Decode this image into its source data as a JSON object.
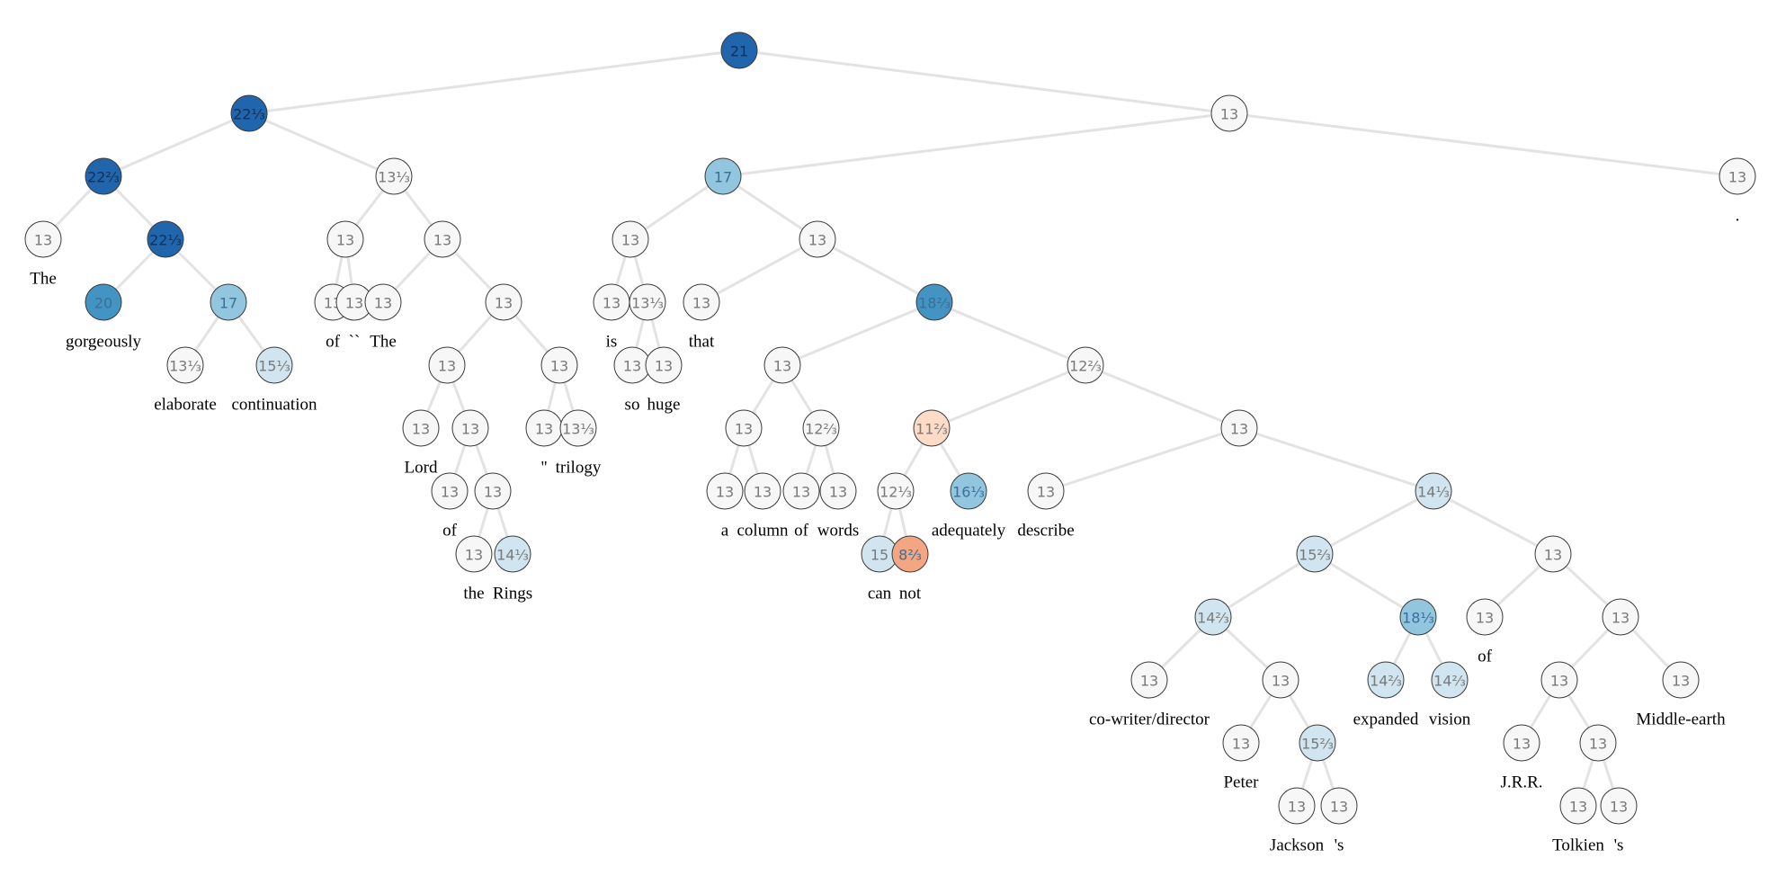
{
  "tree": {
    "nodes": [
      {
        "id": 0,
        "parent": null,
        "value": "21",
        "color": "#2166ac"
      },
      {
        "id": 1,
        "parent": 0,
        "value": "22⅓",
        "color": "#2166ac"
      },
      {
        "id": 2,
        "parent": 0,
        "value": "13",
        "color": "#f7f7f7"
      },
      {
        "id": 3,
        "parent": 1,
        "value": "22⅔",
        "color": "#2166ac"
      },
      {
        "id": 4,
        "parent": 1,
        "value": "13⅓",
        "color": "#f7f7f7"
      },
      {
        "id": 5,
        "parent": 3,
        "value": "13",
        "color": "#f7f7f7",
        "word": "The"
      },
      {
        "id": 6,
        "parent": 3,
        "value": "22⅓",
        "color": "#2166ac"
      },
      {
        "id": 7,
        "parent": 6,
        "value": "20",
        "color": "#4393c3",
        "word": "gorgeously"
      },
      {
        "id": 8,
        "parent": 6,
        "value": "17",
        "color": "#92c5de"
      },
      {
        "id": 9,
        "parent": 8,
        "value": "13⅓",
        "color": "#f7f7f7",
        "word": "elaborate"
      },
      {
        "id": 10,
        "parent": 8,
        "value": "15⅓",
        "color": "#d1e5f0",
        "word": "continuation"
      },
      {
        "id": 11,
        "parent": 4,
        "value": "13",
        "color": "#f7f7f7"
      },
      {
        "id": 12,
        "parent": 4,
        "value": "13",
        "color": "#f7f7f7"
      },
      {
        "id": 13,
        "parent": 11,
        "value": "13",
        "color": "#f7f7f7",
        "word": "of"
      },
      {
        "id": 14,
        "parent": 11,
        "value": "13",
        "color": "#f7f7f7",
        "word": "``"
      },
      {
        "id": 15,
        "parent": 12,
        "value": "13",
        "color": "#f7f7f7",
        "word": "The"
      },
      {
        "id": 16,
        "parent": 12,
        "value": "13",
        "color": "#f7f7f7"
      },
      {
        "id": 17,
        "parent": 16,
        "value": "13",
        "color": "#f7f7f7"
      },
      {
        "id": 18,
        "parent": 16,
        "value": "13",
        "color": "#f7f7f7"
      },
      {
        "id": 19,
        "parent": 17,
        "value": "13",
        "color": "#f7f7f7",
        "word": "Lord"
      },
      {
        "id": 20,
        "parent": 17,
        "value": "13",
        "color": "#f7f7f7"
      },
      {
        "id": 21,
        "parent": 20,
        "value": "13",
        "color": "#f7f7f7",
        "word": "of"
      },
      {
        "id": 22,
        "parent": 20,
        "value": "13",
        "color": "#f7f7f7"
      },
      {
        "id": 23,
        "parent": 22,
        "value": "13",
        "color": "#f7f7f7",
        "word": "the"
      },
      {
        "id": 24,
        "parent": 22,
        "value": "14⅓",
        "color": "#d1e5f0",
        "word": "Rings"
      },
      {
        "id": 25,
        "parent": 18,
        "value": "13",
        "color": "#f7f7f7",
        "word": "''"
      },
      {
        "id": 26,
        "parent": 18,
        "value": "13⅓",
        "color": "#f7f7f7",
        "word": "trilogy"
      },
      {
        "id": 27,
        "parent": 2,
        "value": "17",
        "color": "#92c5de"
      },
      {
        "id": 28,
        "parent": 2,
        "value": "13",
        "color": "#f7f7f7",
        "word": "."
      },
      {
        "id": 29,
        "parent": 27,
        "value": "13",
        "color": "#f7f7f7"
      },
      {
        "id": 30,
        "parent": 27,
        "value": "13",
        "color": "#f7f7f7"
      },
      {
        "id": 31,
        "parent": 29,
        "value": "13",
        "color": "#f7f7f7",
        "word": "is"
      },
      {
        "id": 32,
        "parent": 29,
        "value": "13⅓",
        "color": "#f7f7f7"
      },
      {
        "id": 33,
        "parent": 32,
        "value": "13",
        "color": "#f7f7f7",
        "word": "so"
      },
      {
        "id": 34,
        "parent": 32,
        "value": "13",
        "color": "#f7f7f7",
        "word": "huge"
      },
      {
        "id": 35,
        "parent": 30,
        "value": "13",
        "color": "#f7f7f7",
        "word": "that"
      },
      {
        "id": 36,
        "parent": 30,
        "value": "18⅔",
        "color": "#4393c3"
      },
      {
        "id": 37,
        "parent": 36,
        "value": "13",
        "color": "#f7f7f7"
      },
      {
        "id": 38,
        "parent": 36,
        "value": "12⅔",
        "color": "#f7f7f7"
      },
      {
        "id": 39,
        "parent": 37,
        "value": "13",
        "color": "#f7f7f7"
      },
      {
        "id": 40,
        "parent": 37,
        "value": "12⅔",
        "color": "#f7f7f7"
      },
      {
        "id": 41,
        "parent": 39,
        "value": "13",
        "color": "#f7f7f7",
        "word": "a"
      },
      {
        "id": 42,
        "parent": 39,
        "value": "13",
        "color": "#f7f7f7",
        "word": "column"
      },
      {
        "id": 43,
        "parent": 40,
        "value": "13",
        "color": "#f7f7f7",
        "word": "of"
      },
      {
        "id": 44,
        "parent": 40,
        "value": "13",
        "color": "#f7f7f7",
        "word": "words"
      },
      {
        "id": 45,
        "parent": 38,
        "value": "11⅔",
        "color": "#fddbc7"
      },
      {
        "id": 46,
        "parent": 38,
        "value": "13",
        "color": "#f7f7f7"
      },
      {
        "id": 47,
        "parent": 45,
        "value": "12⅓",
        "color": "#f7f7f7"
      },
      {
        "id": 48,
        "parent": 45,
        "value": "16⅓",
        "color": "#92c5de",
        "word": "adequately"
      },
      {
        "id": 49,
        "parent": 47,
        "value": "15",
        "color": "#d1e5f0",
        "word": "can"
      },
      {
        "id": 50,
        "parent": 47,
        "value": "8⅔",
        "color": "#f4a582",
        "word": "not"
      },
      {
        "id": 51,
        "parent": 46,
        "value": "13",
        "color": "#f7f7f7",
        "word": "describe"
      },
      {
        "id": 52,
        "parent": 46,
        "value": "14⅓",
        "color": "#d1e5f0"
      },
      {
        "id": 53,
        "parent": 52,
        "value": "15⅔",
        "color": "#d1e5f0"
      },
      {
        "id": 54,
        "parent": 52,
        "value": "13",
        "color": "#f7f7f7"
      },
      {
        "id": 55,
        "parent": 53,
        "value": "14⅔",
        "color": "#d1e5f0"
      },
      {
        "id": 56,
        "parent": 53,
        "value": "18⅓",
        "color": "#92c5de"
      },
      {
        "id": 57,
        "parent": 55,
        "value": "13",
        "color": "#f7f7f7",
        "word": "co-writer/director"
      },
      {
        "id": 58,
        "parent": 55,
        "value": "13",
        "color": "#f7f7f7"
      },
      {
        "id": 59,
        "parent": 58,
        "value": "13",
        "color": "#f7f7f7",
        "word": "Peter"
      },
      {
        "id": 60,
        "parent": 58,
        "value": "15⅔",
        "color": "#d1e5f0"
      },
      {
        "id": 61,
        "parent": 60,
        "value": "13",
        "color": "#f7f7f7",
        "word": "Jackson"
      },
      {
        "id": 62,
        "parent": 60,
        "value": "13",
        "color": "#f7f7f7",
        "word": "'s"
      },
      {
        "id": 63,
        "parent": 56,
        "value": "14⅔",
        "color": "#d1e5f0",
        "word": "expanded"
      },
      {
        "id": 64,
        "parent": 56,
        "value": "14⅔",
        "color": "#d1e5f0",
        "word": "vision"
      },
      {
        "id": 65,
        "parent": 54,
        "value": "13",
        "color": "#f7f7f7",
        "word": "of"
      },
      {
        "id": 66,
        "parent": 54,
        "value": "13",
        "color": "#f7f7f7"
      },
      {
        "id": 67,
        "parent": 66,
        "value": "13",
        "color": "#f7f7f7"
      },
      {
        "id": 68,
        "parent": 66,
        "value": "13",
        "color": "#f7f7f7",
        "word": "Middle-earth"
      },
      {
        "id": 69,
        "parent": 67,
        "value": "13",
        "color": "#f7f7f7",
        "word": "J.R.R."
      },
      {
        "id": 70,
        "parent": 67,
        "value": "13",
        "color": "#f7f7f7"
      },
      {
        "id": 71,
        "parent": 70,
        "value": "13",
        "color": "#f7f7f7",
        "word": "Tolkien"
      },
      {
        "id": 72,
        "parent": 70,
        "value": "13",
        "color": "#f7f7f7",
        "word": "'s"
      }
    ]
  }
}
